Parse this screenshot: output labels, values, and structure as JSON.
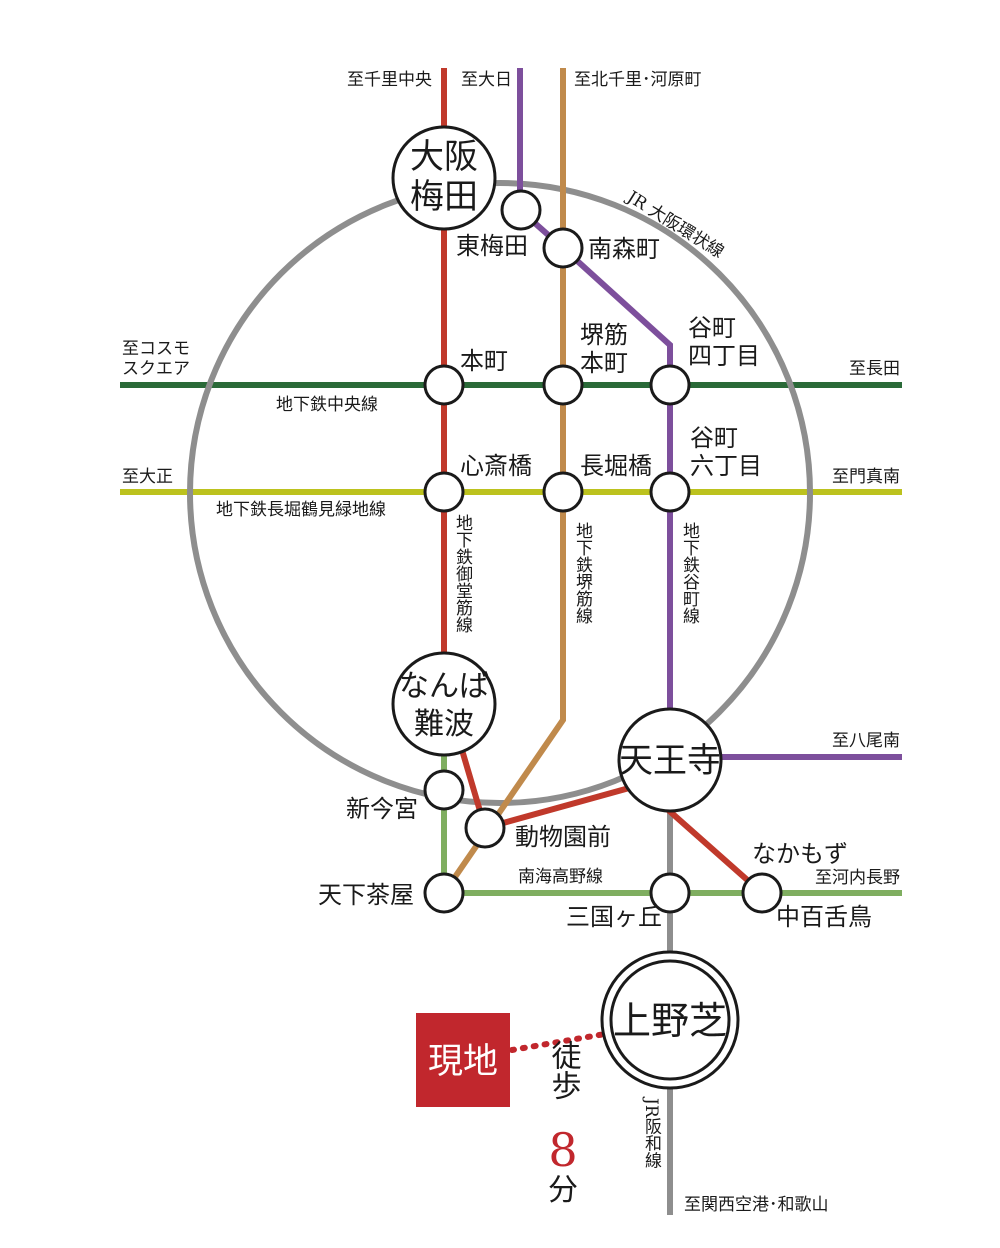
{
  "colors": {
    "midosuji": "#c0392b",
    "tanimachi": "#7d4f9c",
    "sakaisuji": "#c08a4c",
    "chuo": "#2a6a38",
    "nagahori": "#bcc21e",
    "nankai": "#7fae60",
    "jr": "#8e8e8e",
    "genchi": "#c1272d"
  },
  "terminals": {
    "senri_chuo": "至千里中央",
    "dainichi": "至大日",
    "kita_senri": "至北千里･河原町",
    "cosmo": "至コスモ\nスクエア",
    "nagata": "至長田",
    "taisho": "至大正",
    "kadoma": "至門真南",
    "yao": "至八尾南",
    "kawachi": "至河内長野",
    "kansai": "至関西空港･和歌山"
  },
  "lines": {
    "jr_loop": "JR 大阪環状線",
    "chuo": "地下鉄中央線",
    "nagahori": "地下鉄長堀鶴見緑地線",
    "midosuji": "地下鉄御堂筋線",
    "sakaisuji": "地下鉄堺筋線",
    "tanimachi": "地下鉄谷町線",
    "nankai": "南海高野線",
    "hanwa": "JR阪和線"
  },
  "stations": {
    "umeda": "大阪\n梅田",
    "higashi_umeda": "東梅田",
    "minami_morimachi": "南森町",
    "honmachi": "本町",
    "sakaisuji_honmachi": "堺筋\n本町",
    "tanimachi4": "谷町\n四丁目",
    "shinsaibashi": "心斎橋",
    "nagahoribashi": "長堀橋",
    "tanimachi6": "谷町\n六丁目",
    "namba": "なんば\n難波",
    "tennoji": "天王寺",
    "shin_imamiya": "新今宮",
    "dobutsuen": "動物園前",
    "tengachaya": "天下茶屋",
    "mikunigaoka": "三国ヶ丘",
    "nakamozu_kana": "なかもず",
    "nakamozu": "中百舌鳥",
    "uenoshiba": "上野芝"
  },
  "site": {
    "label": "現地",
    "walk_pre": "徒歩",
    "walk_min": "8",
    "walk_unit": "分"
  }
}
